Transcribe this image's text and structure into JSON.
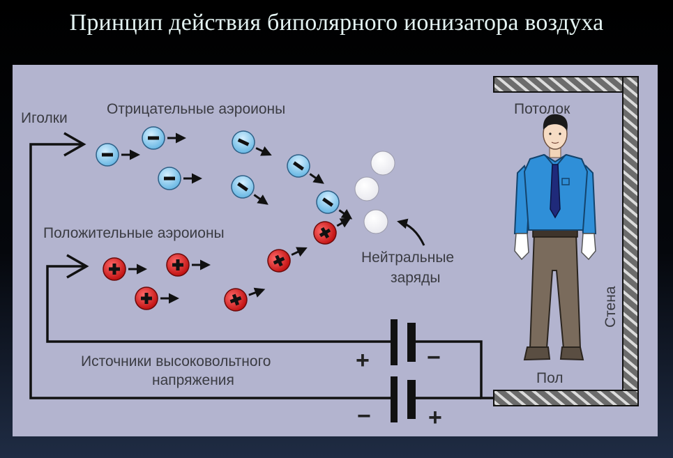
{
  "title": "Принцип действия биполярного ионизатора воздуха",
  "labels": {
    "needles": "Иголки",
    "negative_ions": "Отрицательные аэроионы",
    "positive_ions": "Положительные аэроионы",
    "neutral_line1": "Нейтральные",
    "neutral_line2": "заряды",
    "ceiling": "Потолок",
    "wall": "Стена",
    "floor": "Пол",
    "source_line1": "Источники высоковольтного",
    "source_line2": "напряжения"
  },
  "signs": {
    "minus": "−",
    "plus": "+"
  },
  "colors": {
    "background_panel": "#b3b4cf",
    "negative_ion": "#7ec6ec",
    "positive_ion": "#d42121",
    "neutral": "#ffffff",
    "shirt": "#2f8fd8",
    "trousers": "#7a6b5c",
    "wire": "#111111"
  },
  "icons": [
    "negative-ion-icon",
    "positive-ion-icon",
    "neutral-charge-icon",
    "person-icon",
    "battery-icon",
    "arrow-icon"
  ]
}
